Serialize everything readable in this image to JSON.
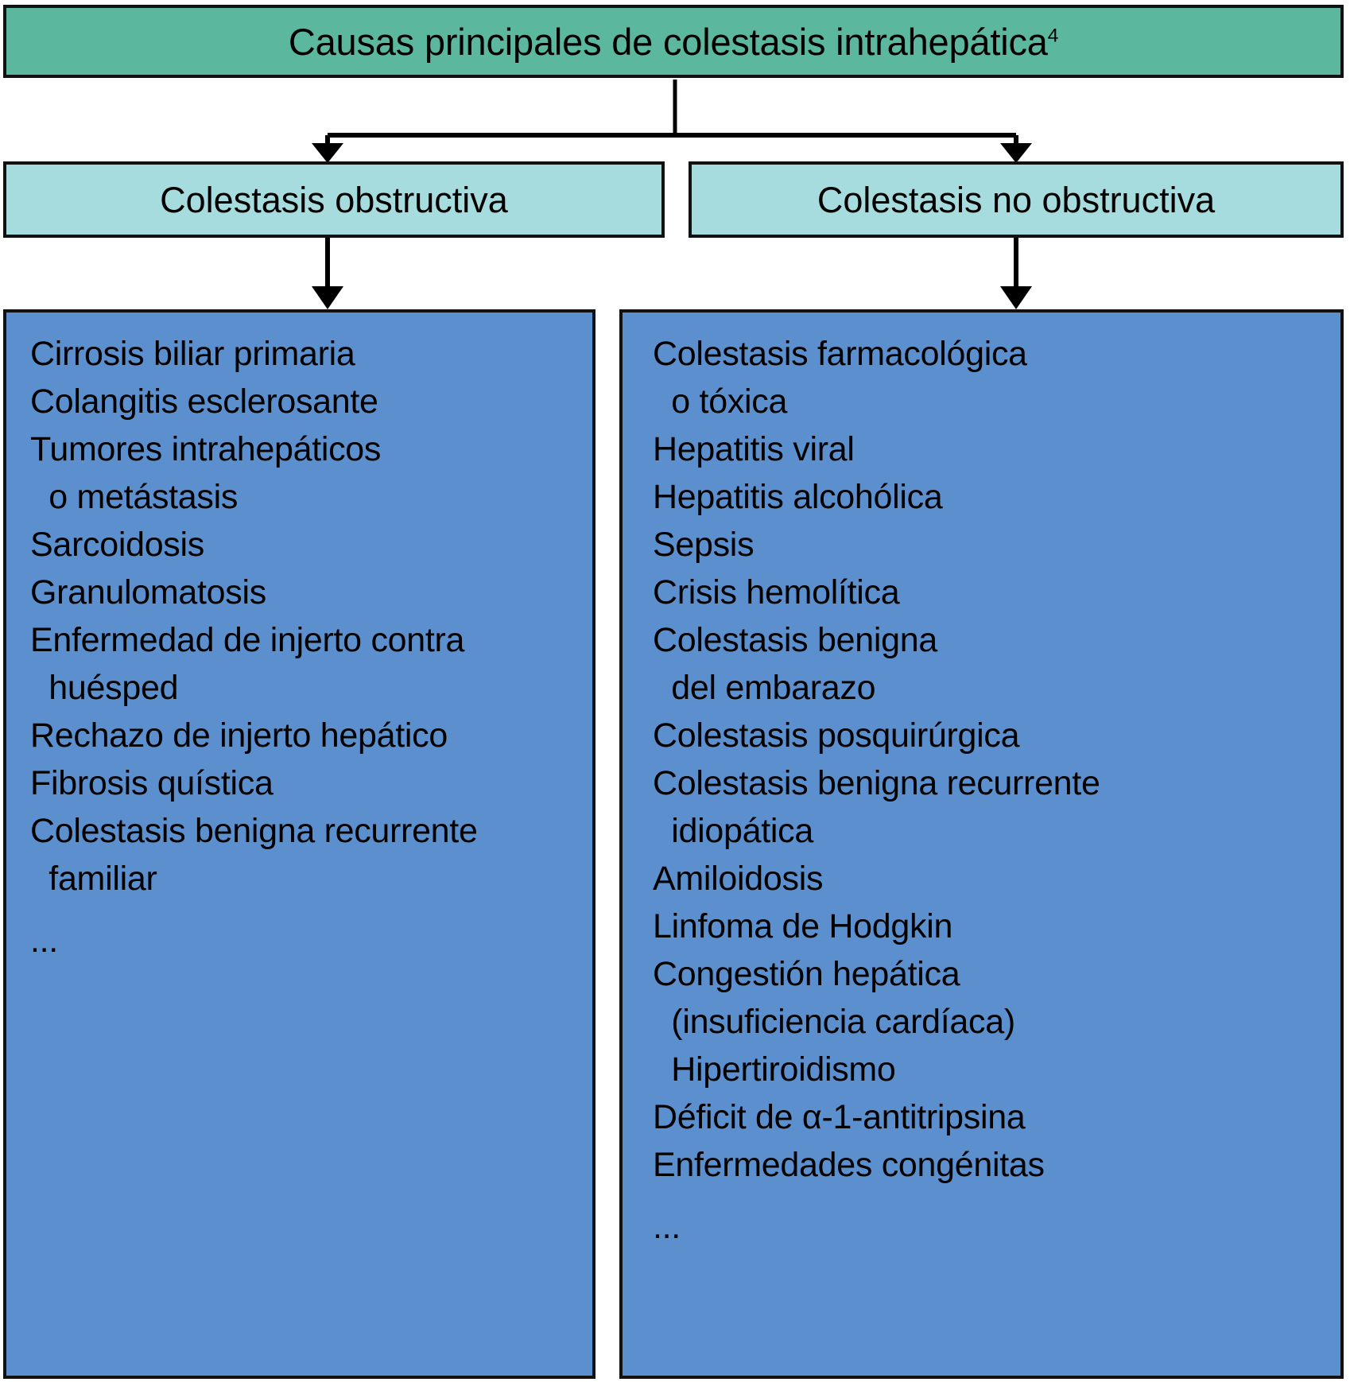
{
  "header": {
    "title": "Causas principales de colestasis intrahepática",
    "superscript": "4"
  },
  "colors": {
    "header_fill": "#5cb79f",
    "level2_fill": "#a6dcdd",
    "level3_fill": "#5b8fcd",
    "border": "#111111",
    "text": "#000000"
  },
  "branches": [
    {
      "id": "obstructive",
      "label": "Colestasis obstructiva",
      "causes": [
        "Cirrosis biliar primaria",
        "Colangitis esclerosante",
        "Tumores intrahepáticos",
        "  o metástasis",
        "Sarcoidosis",
        "Granulomatosis",
        "Enfermedad de injerto contra",
        "  huésped",
        "Rechazo de injerto hepático",
        "Fibrosis quística",
        "Colestasis benigna recurrente",
        "  familiar"
      ],
      "ellipsis": "..."
    },
    {
      "id": "non-obstructive",
      "label": "Colestasis no obstructiva",
      "causes": [
        "Colestasis farmacológica",
        "  o tóxica",
        "Hepatitis viral",
        "Hepatitis alcohólica",
        "Sepsis",
        "Crisis hemolítica",
        "Colestasis benigna",
        "  del embarazo",
        "Colestasis posquirúrgica",
        "Colestasis benigna recurrente",
        "  idiopática",
        "Amiloidosis",
        "Linfoma de Hodgkin",
        "Congestión hepática",
        "  (insuficiencia cardíaca)",
        "  Hipertiroidismo",
        "Déficit de α-1-antitripsina",
        "Enfermedades congénitas"
      ],
      "ellipsis": "..."
    }
  ]
}
